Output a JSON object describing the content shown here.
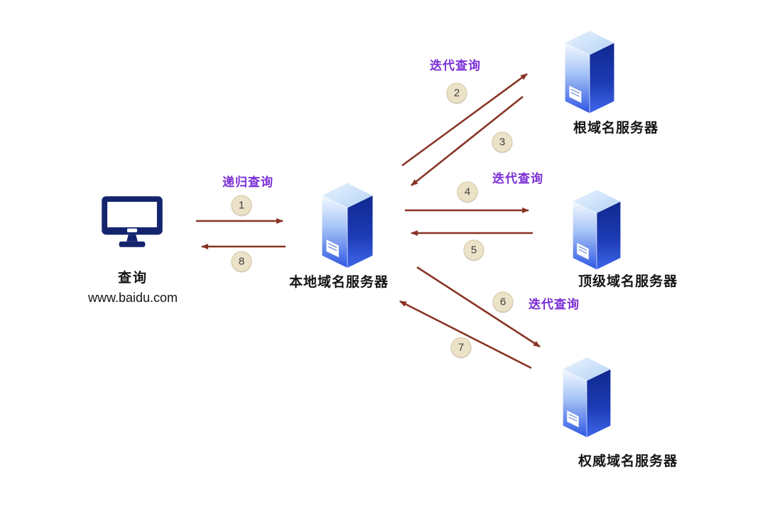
{
  "colors": {
    "background": "#FFFFFF",
    "arrow": "#883425",
    "purple_label": "#7B2FD6",
    "badge_bg": "#ECE2C8",
    "badge_border": "#D5C8A4",
    "server_blue_dark": "#10288F",
    "server_blue_mid": "#2E56E4",
    "server_blue_light": "#E9F3FE",
    "monitor_navy": "#14256E",
    "text_black": "#141414"
  },
  "client": {
    "title": "查询",
    "domain": "www.baidu.com"
  },
  "servers": {
    "local": {
      "label": "本地域名服务器"
    },
    "root": {
      "label": "根域名服务器"
    },
    "tld": {
      "label": "顶级域名服务器"
    },
    "auth": {
      "label": "权威域名服务器"
    }
  },
  "labels": {
    "recursive": "递归查询",
    "iterative_root": "迭代查询",
    "iterative_tld": "迭代查询",
    "iterative_auth": "迭代查询"
  },
  "steps": {
    "1": "1",
    "2": "2",
    "3": "3",
    "4": "4",
    "5": "5",
    "6": "6",
    "7": "7",
    "8": "8"
  }
}
